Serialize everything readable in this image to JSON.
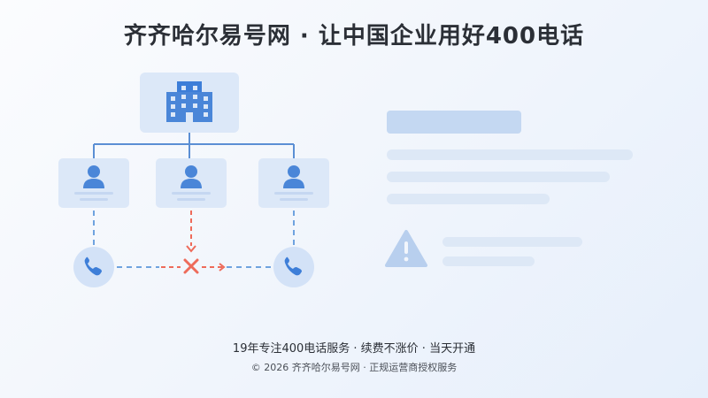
{
  "title": "齐齐哈尔易号网 · 让中国企业用好400电话",
  "footer": {
    "tagline": "19年专注400电话服务 · 续费不涨价 · 当天开通",
    "copyright": "© 2026 齐齐哈尔易号网 · 正规运营商授权服务"
  },
  "colors": {
    "accent": "#4a86d8",
    "error": "#ee6b5a"
  }
}
